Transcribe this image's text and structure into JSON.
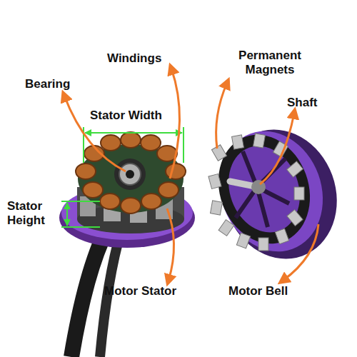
{
  "diagram": {
    "labels": [
      "Windings",
      "Permanent Magnets",
      "Bearing",
      "Shaft",
      "Stator Width",
      "Stator Height",
      "Motor Stator",
      "Motor Bell"
    ]
  }
}
